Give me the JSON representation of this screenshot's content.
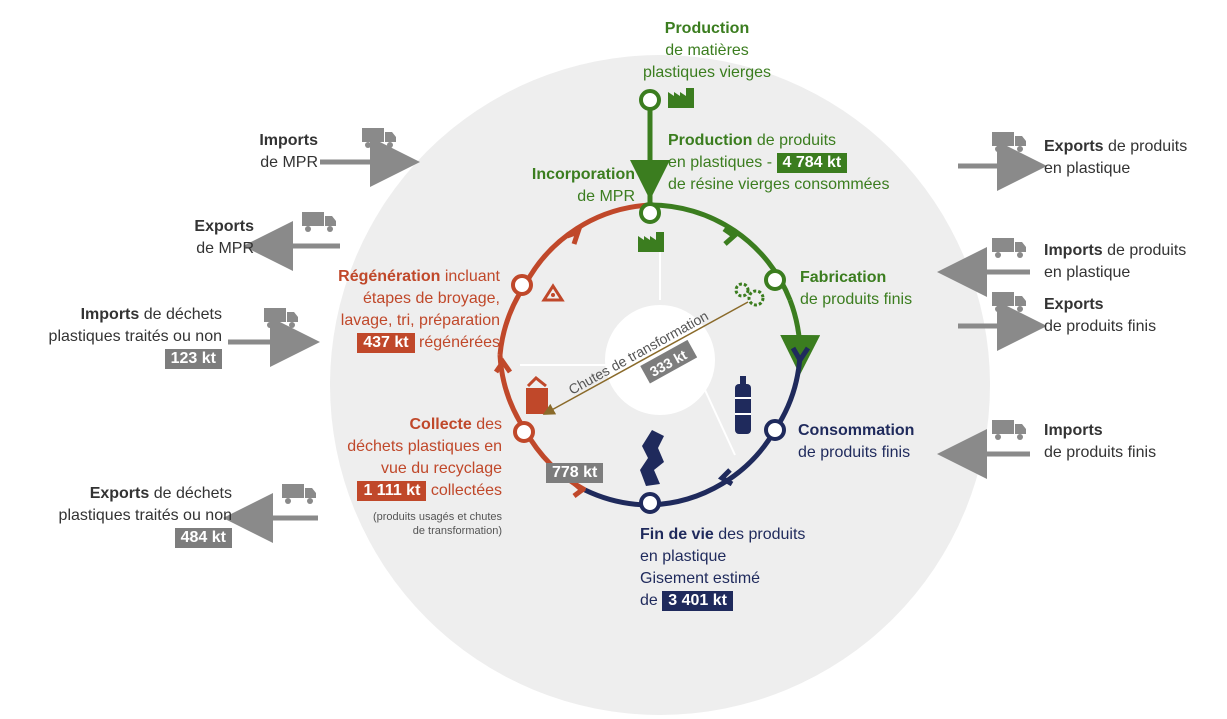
{
  "colors": {
    "green": "#3b7d1f",
    "orange": "#c0482a",
    "navy": "#1f2a5c",
    "gray": "#7d7d7d",
    "bg": "#eeeeee"
  },
  "production_top": {
    "bold": "Production",
    "line2": "de matières",
    "line3": "plastiques vierges"
  },
  "production_products": {
    "bold": "Production",
    "text1": " de produits",
    "text2": "en plastiques - ",
    "value": "4 784 kt",
    "text3": "de résine vierges consommées"
  },
  "incorporation": {
    "bold": "Incorporation",
    "text": "de MPR"
  },
  "fabrication": {
    "bold": "Fabrication",
    "text": "de produits finis"
  },
  "consommation": {
    "bold": "Consommation",
    "text": "de produits finis"
  },
  "fin_de_vie": {
    "bold": "Fin de vie",
    "text1": " des produits",
    "text2": "en plastique",
    "text3": "Gisement estimé",
    "text4": "de ",
    "value": "3 401 kt"
  },
  "collecte": {
    "bold": "Collecte",
    "text1": " des",
    "text2": "déchets plastiques en",
    "text3": "vue du recyclage",
    "value": "1 111 kt",
    "text4": " collectées",
    "note1": "(produits usagés et chutes",
    "note2": "de transformation)"
  },
  "regeneration": {
    "bold": "Régénération",
    "text1": " incluant",
    "text2": "étapes de broyage,",
    "text3": "lavage, tri, préparation",
    "value": "437 kt",
    "text4": " régénérées"
  },
  "chutes": {
    "label": "Chutes de transformation",
    "value": "333 kt"
  },
  "collect_badge": "778 kt",
  "left": {
    "imports_mpr": {
      "bold": "Imports",
      "text": "de MPR"
    },
    "exports_mpr": {
      "bold": "Exports",
      "text": "de MPR"
    },
    "imports_dechets": {
      "bold": "Imports",
      "text1": " de déchets",
      "text2": "plastiques traités ou non",
      "value": "123 kt"
    },
    "exports_dechets": {
      "bold": "Exports",
      "text1": " de déchets",
      "text2": "plastiques traités ou non",
      "value": "484 kt"
    }
  },
  "right": {
    "exports_produits_plastique": {
      "bold": "Exports",
      "text1": " de produits",
      "text2": "en plastique"
    },
    "imports_produits_plastique": {
      "bold": "Imports",
      "text1": " de produits",
      "text2": "en plastique"
    },
    "exports_produits_finis": {
      "bold": "Exports",
      "text2": "de produits finis"
    },
    "imports_produits_finis": {
      "bold": "Imports",
      "text2": "de produits finis"
    }
  }
}
